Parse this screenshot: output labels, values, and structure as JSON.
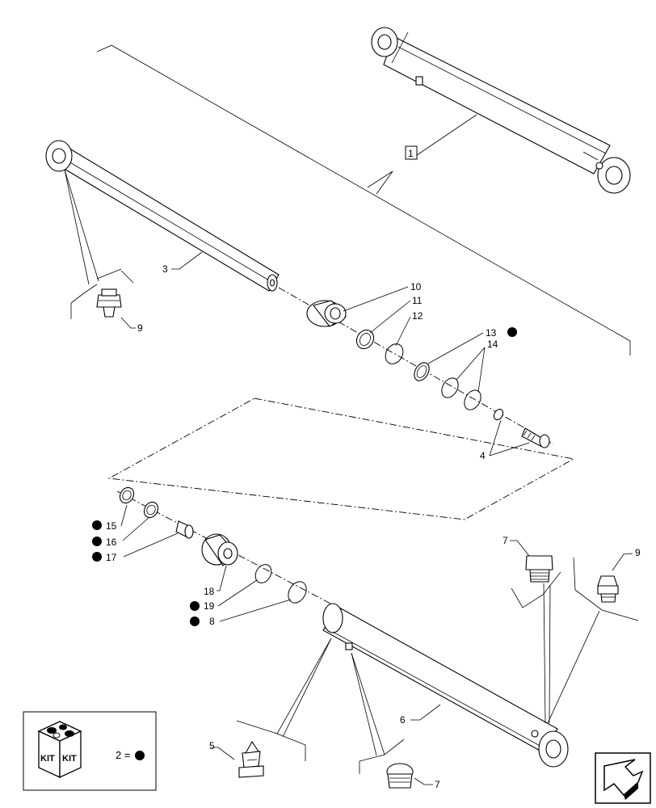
{
  "callouts": {
    "c1": "1",
    "c3": "3",
    "c4": "4",
    "c5": "5",
    "c6": "6",
    "c7a": "7",
    "c7b": "7",
    "c8": "8",
    "c9a": "9",
    "c9b": "9",
    "c10": "10",
    "c11": "11",
    "c12": "12",
    "c13": "13",
    "c14": "14",
    "c15": "15",
    "c16": "16",
    "c17": "17",
    "c18": "18",
    "c19": "19"
  },
  "legend": {
    "kit_word_1": "KIT",
    "kit_word_2": "KIT",
    "equation": "2 ="
  },
  "icons": {
    "kit_symbol": "kit-box-icon",
    "bullet": "filled-circle-icon",
    "navigation": "arrow-navigation-icon"
  },
  "colors": {
    "ink": "#000000",
    "background": "#ffffff"
  }
}
